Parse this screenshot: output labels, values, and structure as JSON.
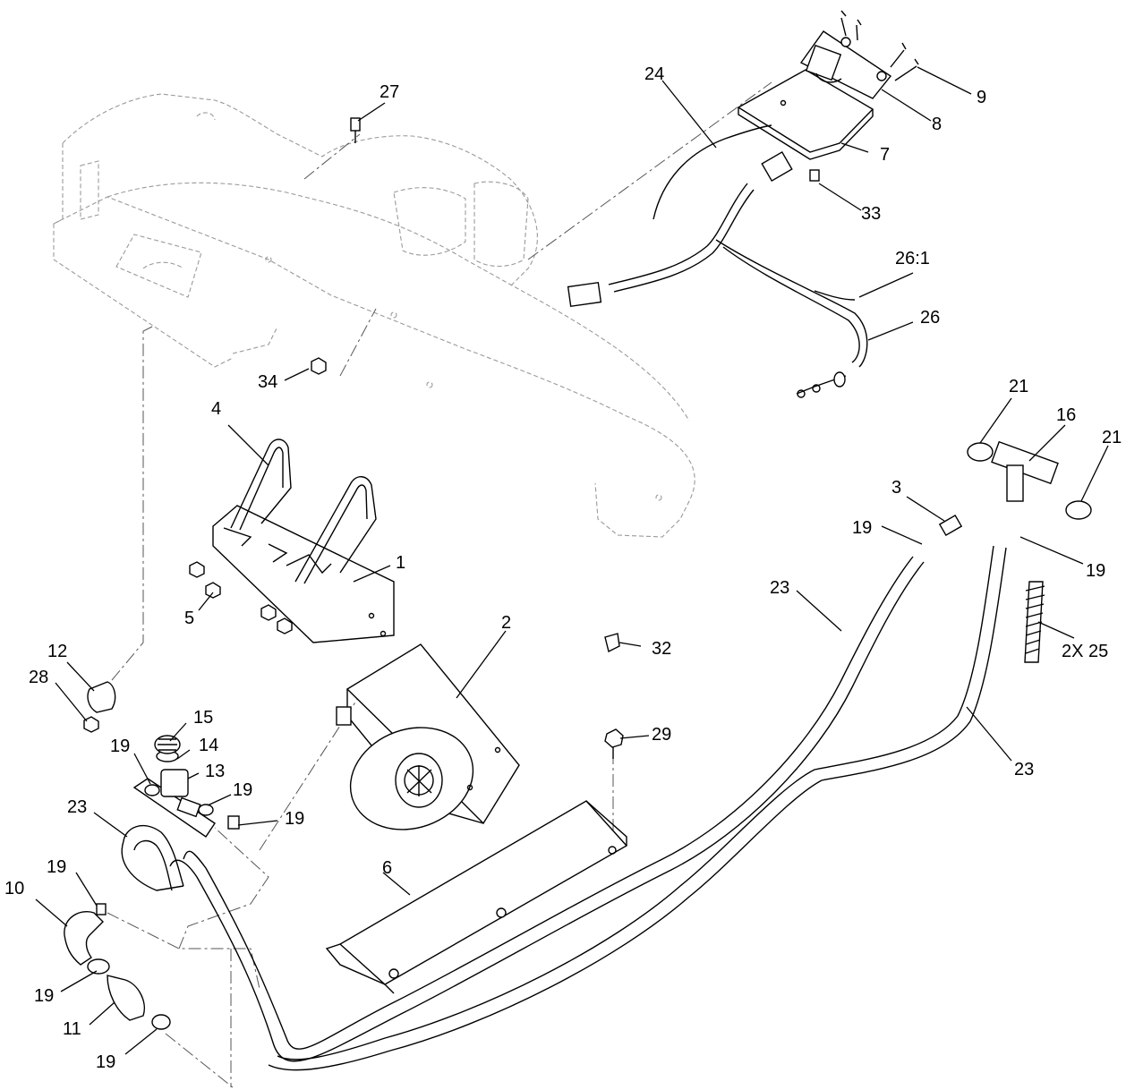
{
  "callouts": {
    "c1": "1",
    "c2": "2",
    "c3": "3",
    "c4": "4",
    "c5": "5",
    "c6": "6",
    "c7": "7",
    "c8": "8",
    "c9": "9",
    "c10": "10",
    "c11": "11",
    "c12": "12",
    "c13": "13",
    "c14": "14",
    "c15": "15",
    "c16": "16",
    "c19a": "19",
    "c19b": "19",
    "c19c": "19",
    "c19d": "19",
    "c19e": "19",
    "c19f": "19",
    "c19g": "19",
    "c19h": "19",
    "c21a": "21",
    "c21b": "21",
    "c23a": "23",
    "c23b": "23",
    "c23c": "23",
    "c24": "24",
    "c25": "2X 25",
    "c26": "26",
    "c26_1": "26:1",
    "c27": "27",
    "c28": "28",
    "c29": "29",
    "c32": "32",
    "c33": "33",
    "c34": "34"
  }
}
